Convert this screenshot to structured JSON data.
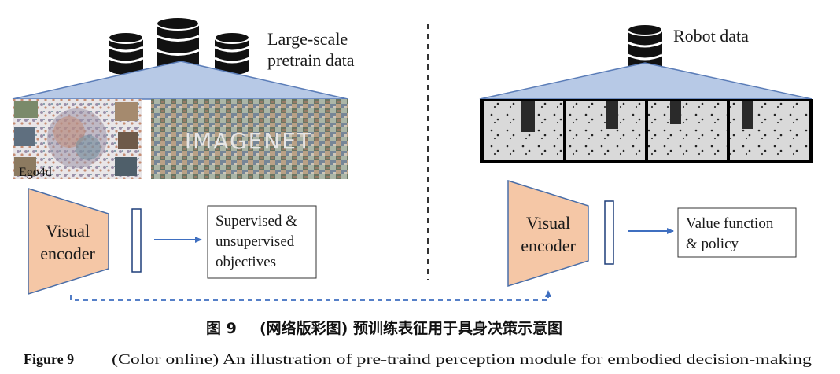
{
  "left_panel": {
    "source_title_line1": "Large-scale",
    "source_title_line2": "pretrain data",
    "dataset_label_1": "Ego4d",
    "dataset_label_2": "IMAGENET",
    "encoder_line1": "Visual",
    "encoder_line2": "encoder",
    "objective_line1": "Supervised &",
    "objective_line2": "unsupervised",
    "objective_line3": "objectives"
  },
  "right_panel": {
    "source_title": "Robot data",
    "encoder_line1": "Visual",
    "encoder_line2": "encoder",
    "output_line1": "Value function",
    "output_line2": "& policy"
  },
  "caption": {
    "cn_figure_label": "图 9",
    "cn_text": "(网络版彩图) 预训练表征用于具身决策示意图",
    "en_figure_label": "Figure 9",
    "en_text": "(Color online) An illustration of pre-traind perception module for embodied decision-making"
  },
  "colors": {
    "triangle_fill": "#b7c9e6",
    "triangle_stroke": "#5b7db8",
    "encoder_fill": "#f5c7a6",
    "encoder_stroke": "#4a6ea8",
    "arrow": "#3f6fc0",
    "database": "#111111",
    "divider": "#333333"
  },
  "icons": [
    "database-icon",
    "database-icon",
    "database-icon",
    "database-icon"
  ]
}
